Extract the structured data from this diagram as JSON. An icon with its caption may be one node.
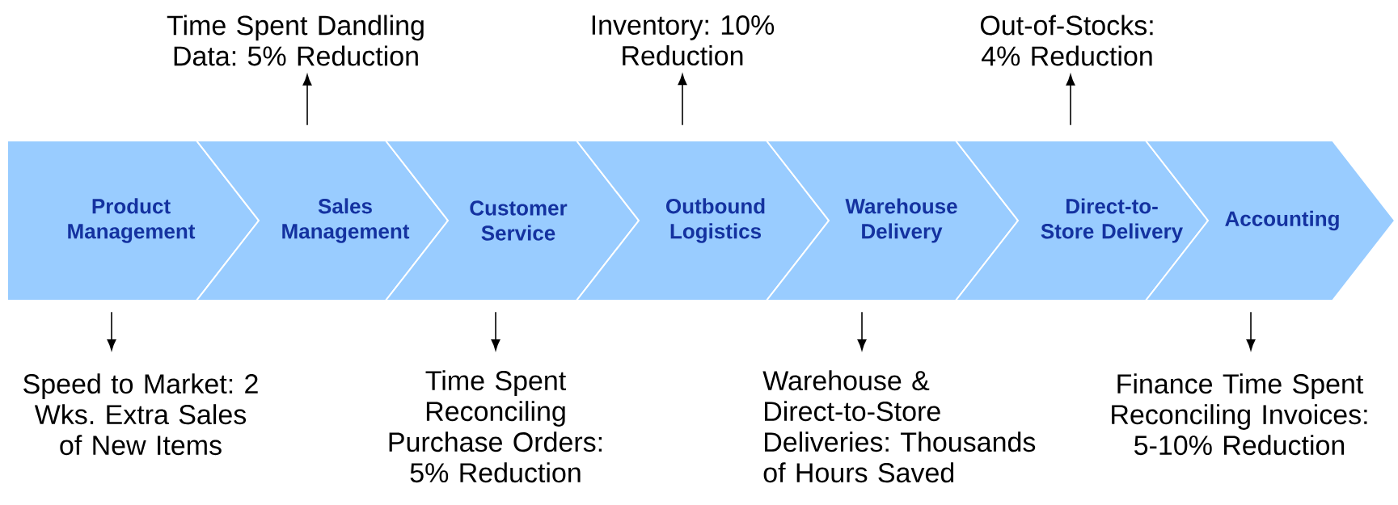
{
  "diagram": {
    "nodes": [
      {
        "text": [
          "Product Management"
        ]
      },
      {
        "text": [
          "Sales Management"
        ]
      },
      {
        "text": [
          "Customer Service"
        ]
      },
      {
        "text": [
          "Outbound Logistics"
        ]
      },
      {
        "text": [
          "Warehouse Delivery"
        ]
      },
      {
        "text": [
          "Direct-to-Store Delivery"
        ]
      },
      {
        "text": [
          "Accounting"
        ]
      },
      {
        "text": [
          "Time Spent Dandling Data: 5% Reduction"
        ]
      },
      {
        "text": [
          "Inventory: 10% Reduction"
        ]
      },
      {
        "text": [
          "Out-of-Stocks: 4% Reduction"
        ]
      },
      {
        "text": [
          "Speed to Market: 2 Wks. Extra Sales of New Items"
        ]
      },
      {
        "text": [
          "Time Spent Reconciling Purchase Orders: 5% Reduction"
        ]
      },
      {
        "text": [
          "Warehouse & Direct-to-Store Deliveries: Thousands of Hours Saved"
        ]
      },
      {
        "text": [
          "Finance Time Spent Reconciling Invoices: 5-10% Reduction"
        ]
      }
    ],
    "edges": [
      {
        "from": 1,
        "to": 7,
        "arrow": "to"
      },
      {
        "from": 3,
        "to": 8,
        "arrow": "to"
      },
      {
        "from": 5,
        "to": 9,
        "arrow": "to"
      },
      {
        "from": 0,
        "to": 10,
        "arrow": "to"
      },
      {
        "from": 2,
        "to": 11,
        "arrow": "to"
      },
      {
        "from": 4,
        "to": 12,
        "arrow": "to"
      },
      {
        "from": 6,
        "to": 13,
        "arrow": "to"
      }
    ]
  }
}
